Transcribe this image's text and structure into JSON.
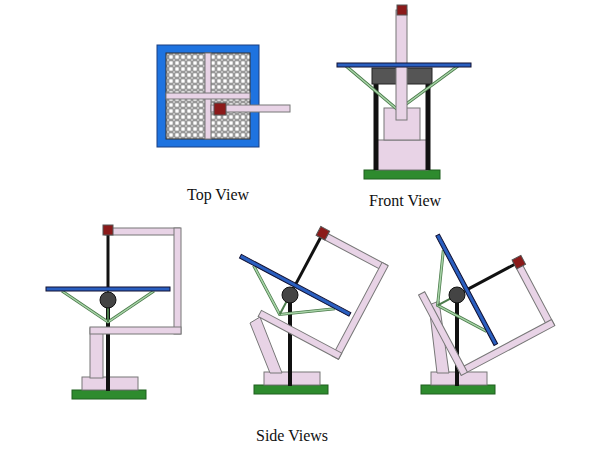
{
  "diagram": {
    "labels": [
      "Top View",
      "Front View",
      "Side Views"
    ]
  }
}
